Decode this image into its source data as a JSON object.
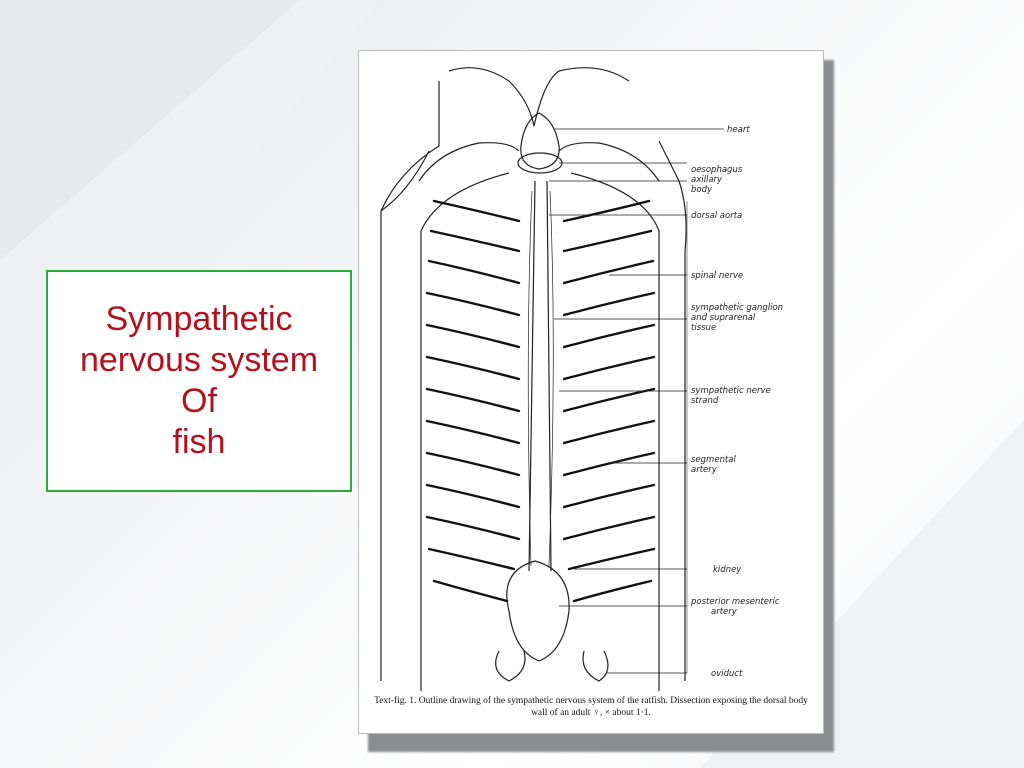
{
  "slide": {
    "title_lines": [
      "Sympathetic",
      "nervous system",
      "Of",
      "fish"
    ],
    "colors": {
      "title_text": "#b3121c",
      "box_border": "#2eaa3a"
    }
  },
  "figure": {
    "labels": {
      "heart": "heart",
      "oesophagus": "oesophagus",
      "axillary_1": "axillary",
      "axillary_2": "body",
      "dorsal_aorta": "dorsal aorta",
      "spinal_nerve": "spinal nerve",
      "ganglion_1": "sympathetic ganglion",
      "ganglion_2": "and suprarenal",
      "ganglion_3": "tissue",
      "nerve_strand_1": "sympathetic nerve",
      "nerve_strand_2": "strand",
      "segmental_1": "segmental",
      "segmental_2": "artery",
      "kidney": "kidney",
      "mesenteric_1": "posterior mesenteric",
      "mesenteric_2": "artery",
      "oviduct": "oviduct"
    },
    "caption": "Text-fig. 1. Outline drawing of the sympathetic nervous system of the ratfish. Dissection exposing the dorsal body wall of an adult ♀, × about 1·1."
  }
}
